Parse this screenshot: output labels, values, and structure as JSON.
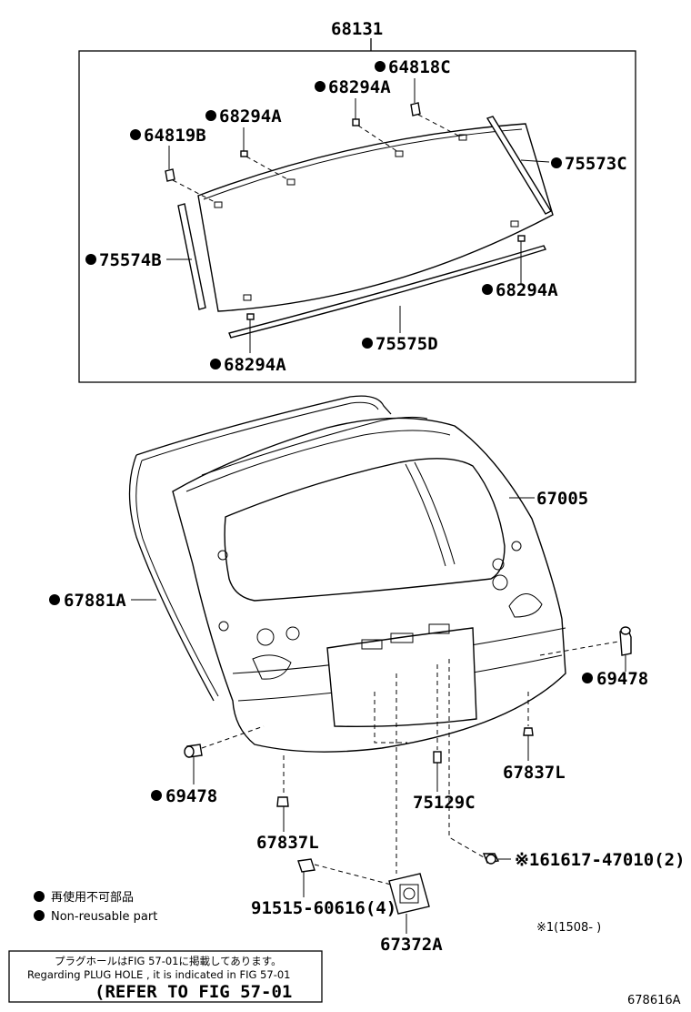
{
  "callouts": {
    "assembly_top": "68131",
    "clip_64818C": "64818C",
    "clip_68294A_top": "68294A",
    "clip_68294A_left": "68294A",
    "clip_64819B": "64819B",
    "molding_75573C": "75573C",
    "molding_75574B": "75574B",
    "clip_68294A_right": "68294A",
    "molding_75575D": "75575D",
    "clip_68294A_bottom": "68294A",
    "door_67005": "67005",
    "weatherstrip_67881A": "67881A",
    "cushion_69478_right": "69478",
    "cushion_69478_left": "69478",
    "plug_67837L_right": "67837L",
    "plug_67837L_left": "67837L",
    "pin_75129C": "75129C",
    "bolt_161617": "※161617-47010(2)",
    "screw_91515": "91515-60616(4)",
    "striker_67372A": "67372A"
  },
  "legend": {
    "jp": "再使用不可部品",
    "en": "Non-reusable part"
  },
  "date_note": "※1(1508-      )",
  "refer_box": {
    "line1": "プラグホールはFIG 57-01に掲載してあります。",
    "line2": "Regarding  PLUG  HOLE , it is indicated in  FIG  57-01",
    "line3": "(REFER TO FIG 57-01"
  },
  "figure_id": "678616A"
}
